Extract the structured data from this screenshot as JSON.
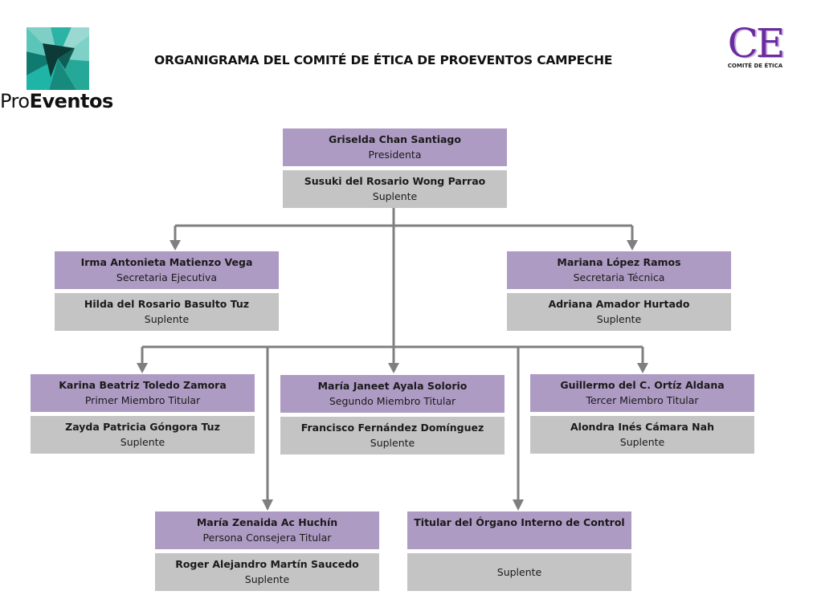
{
  "header": {
    "title": "ORGANIGRAMA DEL COMITÉ DE ÉTICA DE PROEVENTOS CAMPECHE",
    "logo_left": {
      "text_light": "Pro",
      "text_bold": "Eventos"
    },
    "logo_right": {
      "letters": "CE",
      "subtitle": "COMITÉ DE ÉTICA"
    }
  },
  "colors": {
    "titular_box": "#ae9bc4",
    "suplente_box": "#c4c4c4",
    "connector": "#7f7f7f",
    "logo_teal": "#1fb5a6",
    "logo_purple": "#6a2c9e"
  },
  "org": {
    "presidenta": {
      "name": "Griselda Chan Santiago",
      "role": "Presidenta",
      "suplente_name": "Susuki del Rosario Wong Parrao",
      "suplente_role": "Suplente"
    },
    "secretaria_ejecutiva": {
      "name": "Irma Antonieta Matienzo Vega",
      "role": "Secretaria Ejecutiva",
      "suplente_name": "Hilda del Rosario Basulto Tuz",
      "suplente_role": "Suplente"
    },
    "secretaria_tecnica": {
      "name": "Mariana López Ramos",
      "role": "Secretaria Técnica",
      "suplente_name": "Adriana Amador Hurtado",
      "suplente_role": "Suplente"
    },
    "primer_miembro": {
      "name": "Karina Beatriz Toledo Zamora",
      "role": "Primer Miembro Titular",
      "suplente_name": "Zayda Patricia Góngora Tuz",
      "suplente_role": "Suplente"
    },
    "segundo_miembro": {
      "name": "María Janeet Ayala Solorio",
      "role": "Segundo Miembro Titular",
      "suplente_name": "Francisco Fernández Domínguez",
      "suplente_role": "Suplente"
    },
    "tercer_miembro": {
      "name": "Guillermo del C. Ortíz Aldana",
      "role": "Tercer Miembro Titular",
      "suplente_name": "Alondra Inés Cámara Nah",
      "suplente_role": "Suplente"
    },
    "persona_consejera": {
      "name": "María Zenaida Ac Huchín",
      "role": "Persona Consejera Titular",
      "suplente_name": "Roger Alejandro Martín Saucedo",
      "suplente_role": "Suplente"
    },
    "organo_interno": {
      "name": "Titular del Órgano Interno de Control",
      "suplente_role": "Suplente"
    }
  }
}
